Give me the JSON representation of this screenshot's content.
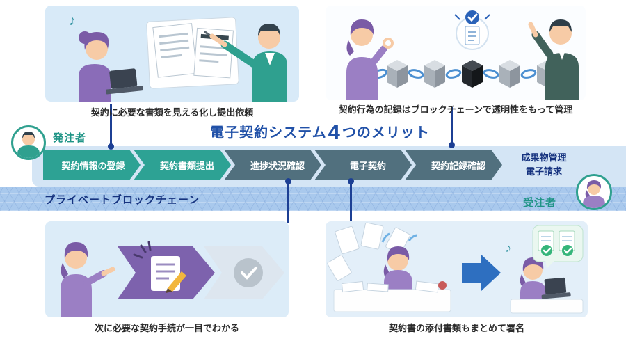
{
  "title": {
    "prefix": "電子契約システム",
    "number": "4",
    "suffix": "つのメリット"
  },
  "roles": {
    "client": "発注者",
    "contractor": "受注者"
  },
  "band": {
    "label": "プライベートブロックチェーン"
  },
  "flow": {
    "steps": [
      {
        "label": "契約情報の登録",
        "color": "#2da294"
      },
      {
        "label": "契約書類提出",
        "color": "#2da294"
      },
      {
        "label": "進捗状況確認",
        "color": "#51707e"
      },
      {
        "label": "電子契約",
        "color": "#51707e"
      },
      {
        "label": "契約記録確認",
        "color": "#51707e"
      }
    ],
    "end": {
      "line1": "成果物管理",
      "line2": "電子請求"
    }
  },
  "panels": {
    "top_left": {
      "caption": "契約に必要な書類を見える化し提出依頼"
    },
    "top_right": {
      "caption": "契約行為の記録はブロックチェーンで透明性をもって管理"
    },
    "bottom_left": {
      "caption": "次に必要な契約手続が一目でわかる"
    },
    "bottom_right": {
      "caption": "契約書の添付書類もまとめて署名"
    }
  },
  "icons": {
    "music_note": "♪",
    "check": "✓"
  },
  "colors": {
    "accent_teal": "#2da294",
    "slate": "#51707e",
    "title_blue": "#2151a8",
    "navy": "#1c3f94",
    "band_blue": "#a9c9ed",
    "strip_blue": "#d4e5f5",
    "purple": "#8a6cb8"
  }
}
